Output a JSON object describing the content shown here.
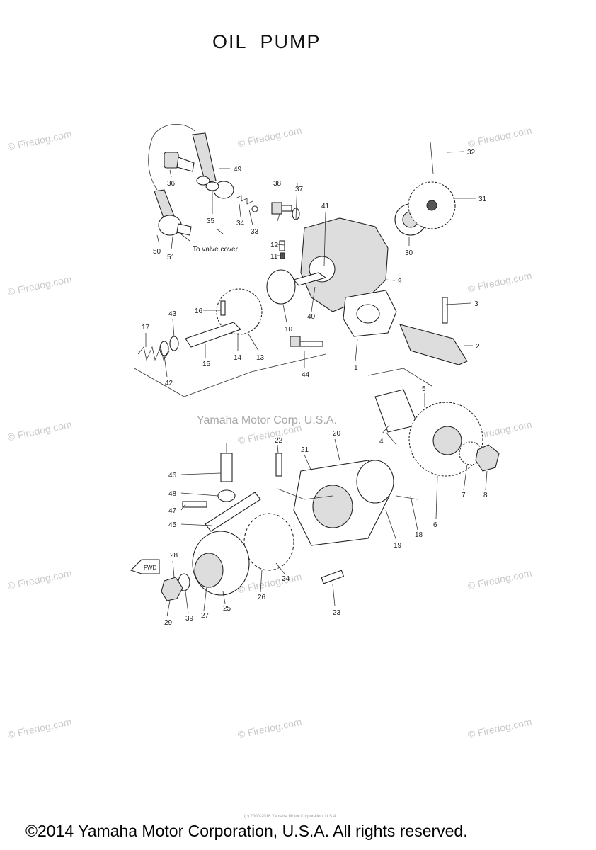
{
  "title": "OIL  PUMP",
  "watermark": "© Firedog.com",
  "watermark_corp": "Yamaha Motor Corp. U.S.A.",
  "footer": "©2014 Yamaha Motor Corporation, U.S.A. All rights reserved.",
  "tiny_credit": "(c) 2000-2016 Yamaha Motor Corporation, U.S.A.",
  "annotation": "To valve cover",
  "fwd_label": "FWD",
  "callouts": [
    "1",
    "2",
    "3",
    "4",
    "5",
    "6",
    "7",
    "8",
    "9",
    "10",
    "11",
    "12",
    "13",
    "14",
    "15",
    "16",
    "17",
    "18",
    "19",
    "20",
    "21",
    "22",
    "23",
    "24",
    "25",
    "26",
    "27",
    "28",
    "29",
    "30",
    "31",
    "32",
    "33",
    "34",
    "35",
    "36",
    "37",
    "38",
    "39",
    "40",
    "41",
    "42",
    "43",
    "44",
    "45",
    "46",
    "47",
    "48",
    "49",
    "50",
    "51"
  ]
}
